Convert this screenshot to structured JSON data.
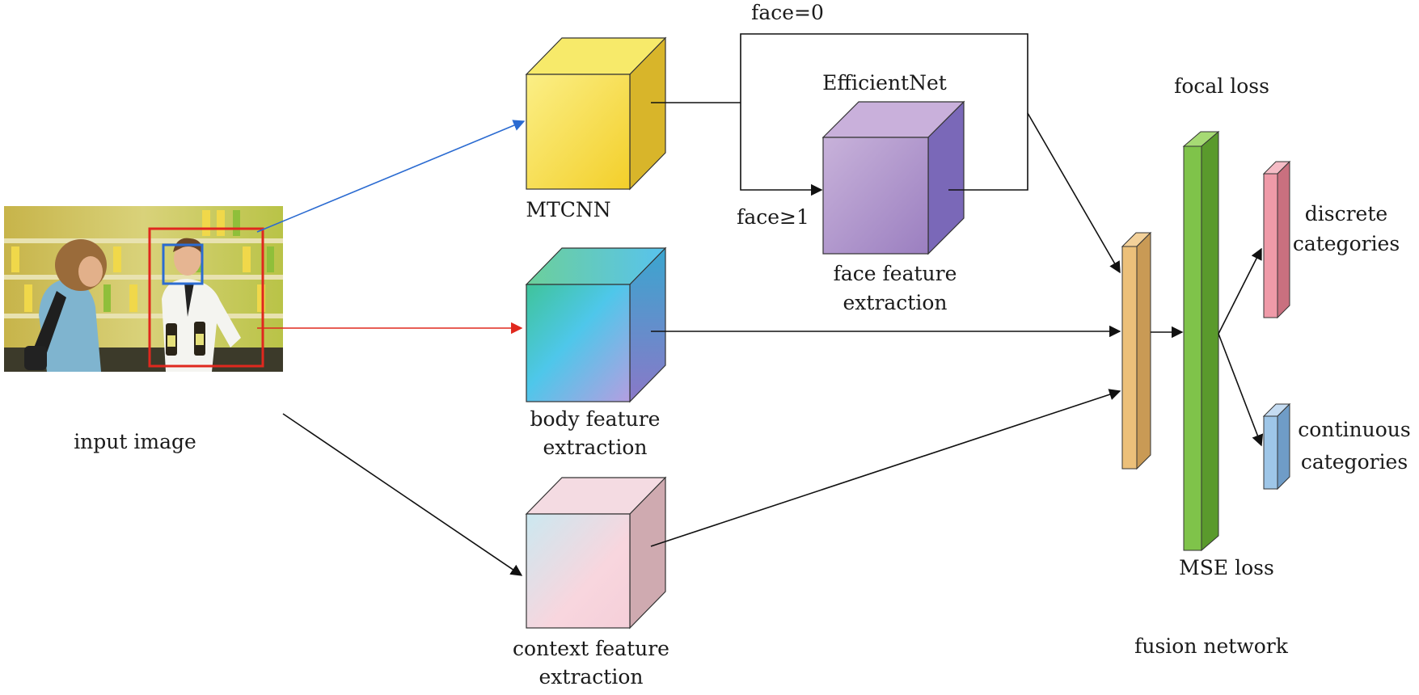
{
  "labels": {
    "input_image": "input image",
    "mtcnn": "MTCNN",
    "face_zero": "face=0",
    "face_ge1": "face≥1",
    "efficientnet": "EfficientNet",
    "face_feature_1": "face feature",
    "face_feature_2": "extraction",
    "body_feature_1": "body feature",
    "body_feature_2": "extraction",
    "context_feature_1": "context feature",
    "context_feature_2": "extraction",
    "focal_loss": "focal loss",
    "mse_loss": "MSE loss",
    "fusion_network": "fusion network",
    "discrete_1": "discrete",
    "discrete_2": "categories",
    "continuous_1": "continuous",
    "continuous_2": "categories"
  },
  "colors": {
    "mtcnn_face": "#f8e25a",
    "efficientnet_face": "#b49ac8",
    "body_face": "#5bc6e6",
    "context_face": "#f6d8e0",
    "fusion_layer": "#ecc07a",
    "loss_layer": "#7fc34a",
    "discrete_layer": "#ef9aa8",
    "continuous_layer": "#9ec6e8",
    "arrow_blue": "#2b6bd1",
    "arrow_red": "#e0281e"
  }
}
